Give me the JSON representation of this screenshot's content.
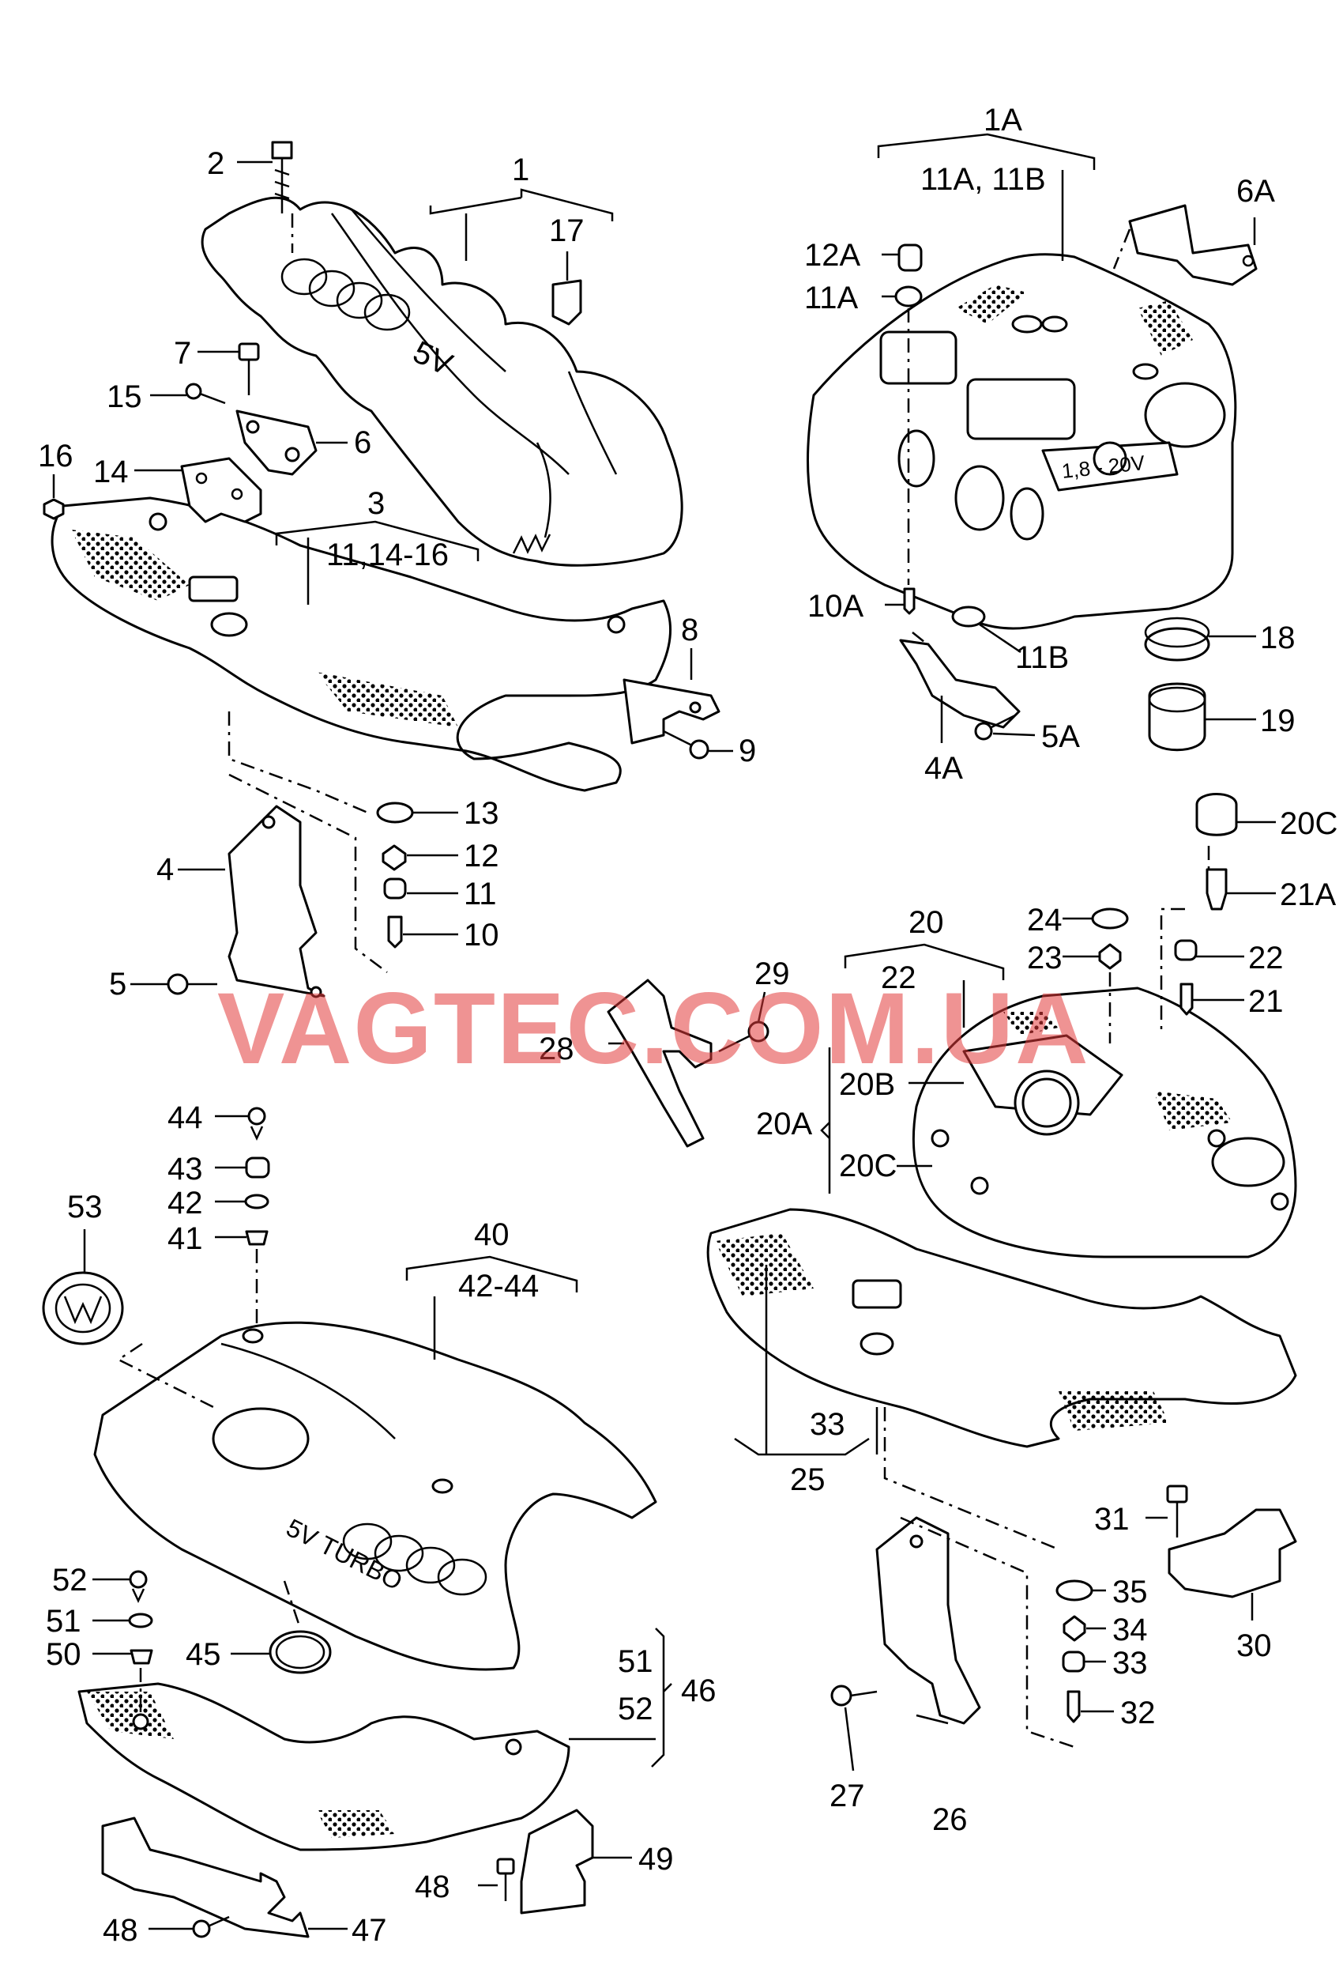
{
  "watermark": "VAGTEC.COM.UA",
  "covers": {
    "upper_left_cover_text": "5V",
    "upper_right_cover_text": "1,8 - 20V",
    "lower_left_cover_text": "5V TURBO"
  },
  "labels": {
    "l1": "1",
    "l1A": "1A",
    "l11A_11B": "11A, 11B",
    "l2": "2",
    "l3": "3",
    "l11_14_16": "11,14-16",
    "l4": "4",
    "l4A": "4A",
    "l5": "5",
    "l5A": "5A",
    "l6": "6",
    "l6A": "6A",
    "l7": "7",
    "l8": "8",
    "l9": "9",
    "l10": "10",
    "l10A": "10A",
    "l11": "11",
    "l11A": "11A",
    "l11B": "11B",
    "l12": "12",
    "l12A": "12A",
    "l13": "13",
    "l14": "14",
    "l15": "15",
    "l16": "16",
    "l17": "17",
    "l18": "18",
    "l19": "19",
    "l20": "20",
    "l22top": "22",
    "l20A": "20A",
    "l20B": "20B",
    "l20C": "20C",
    "l20C_top": "20C",
    "l21": "21",
    "l21A": "21A",
    "l22": "22",
    "l23": "23",
    "l24": "24",
    "l25": "25",
    "l26": "26",
    "l27": "27",
    "l28": "28",
    "l29": "29",
    "l30": "30",
    "l31": "31",
    "l32": "32",
    "l33": "33",
    "l33top": "33",
    "l34": "34",
    "l35": "35",
    "l40": "40",
    "l42_44": "42-44",
    "l41": "41",
    "l42": "42",
    "l43": "43",
    "l44": "44",
    "l45": "45",
    "l46": "46",
    "l47": "47",
    "l48a": "48",
    "l48b": "48",
    "l49": "49",
    "l50": "50",
    "l51": "51",
    "l51b": "51",
    "l52": "52",
    "l52b": "52",
    "l53": "53"
  }
}
